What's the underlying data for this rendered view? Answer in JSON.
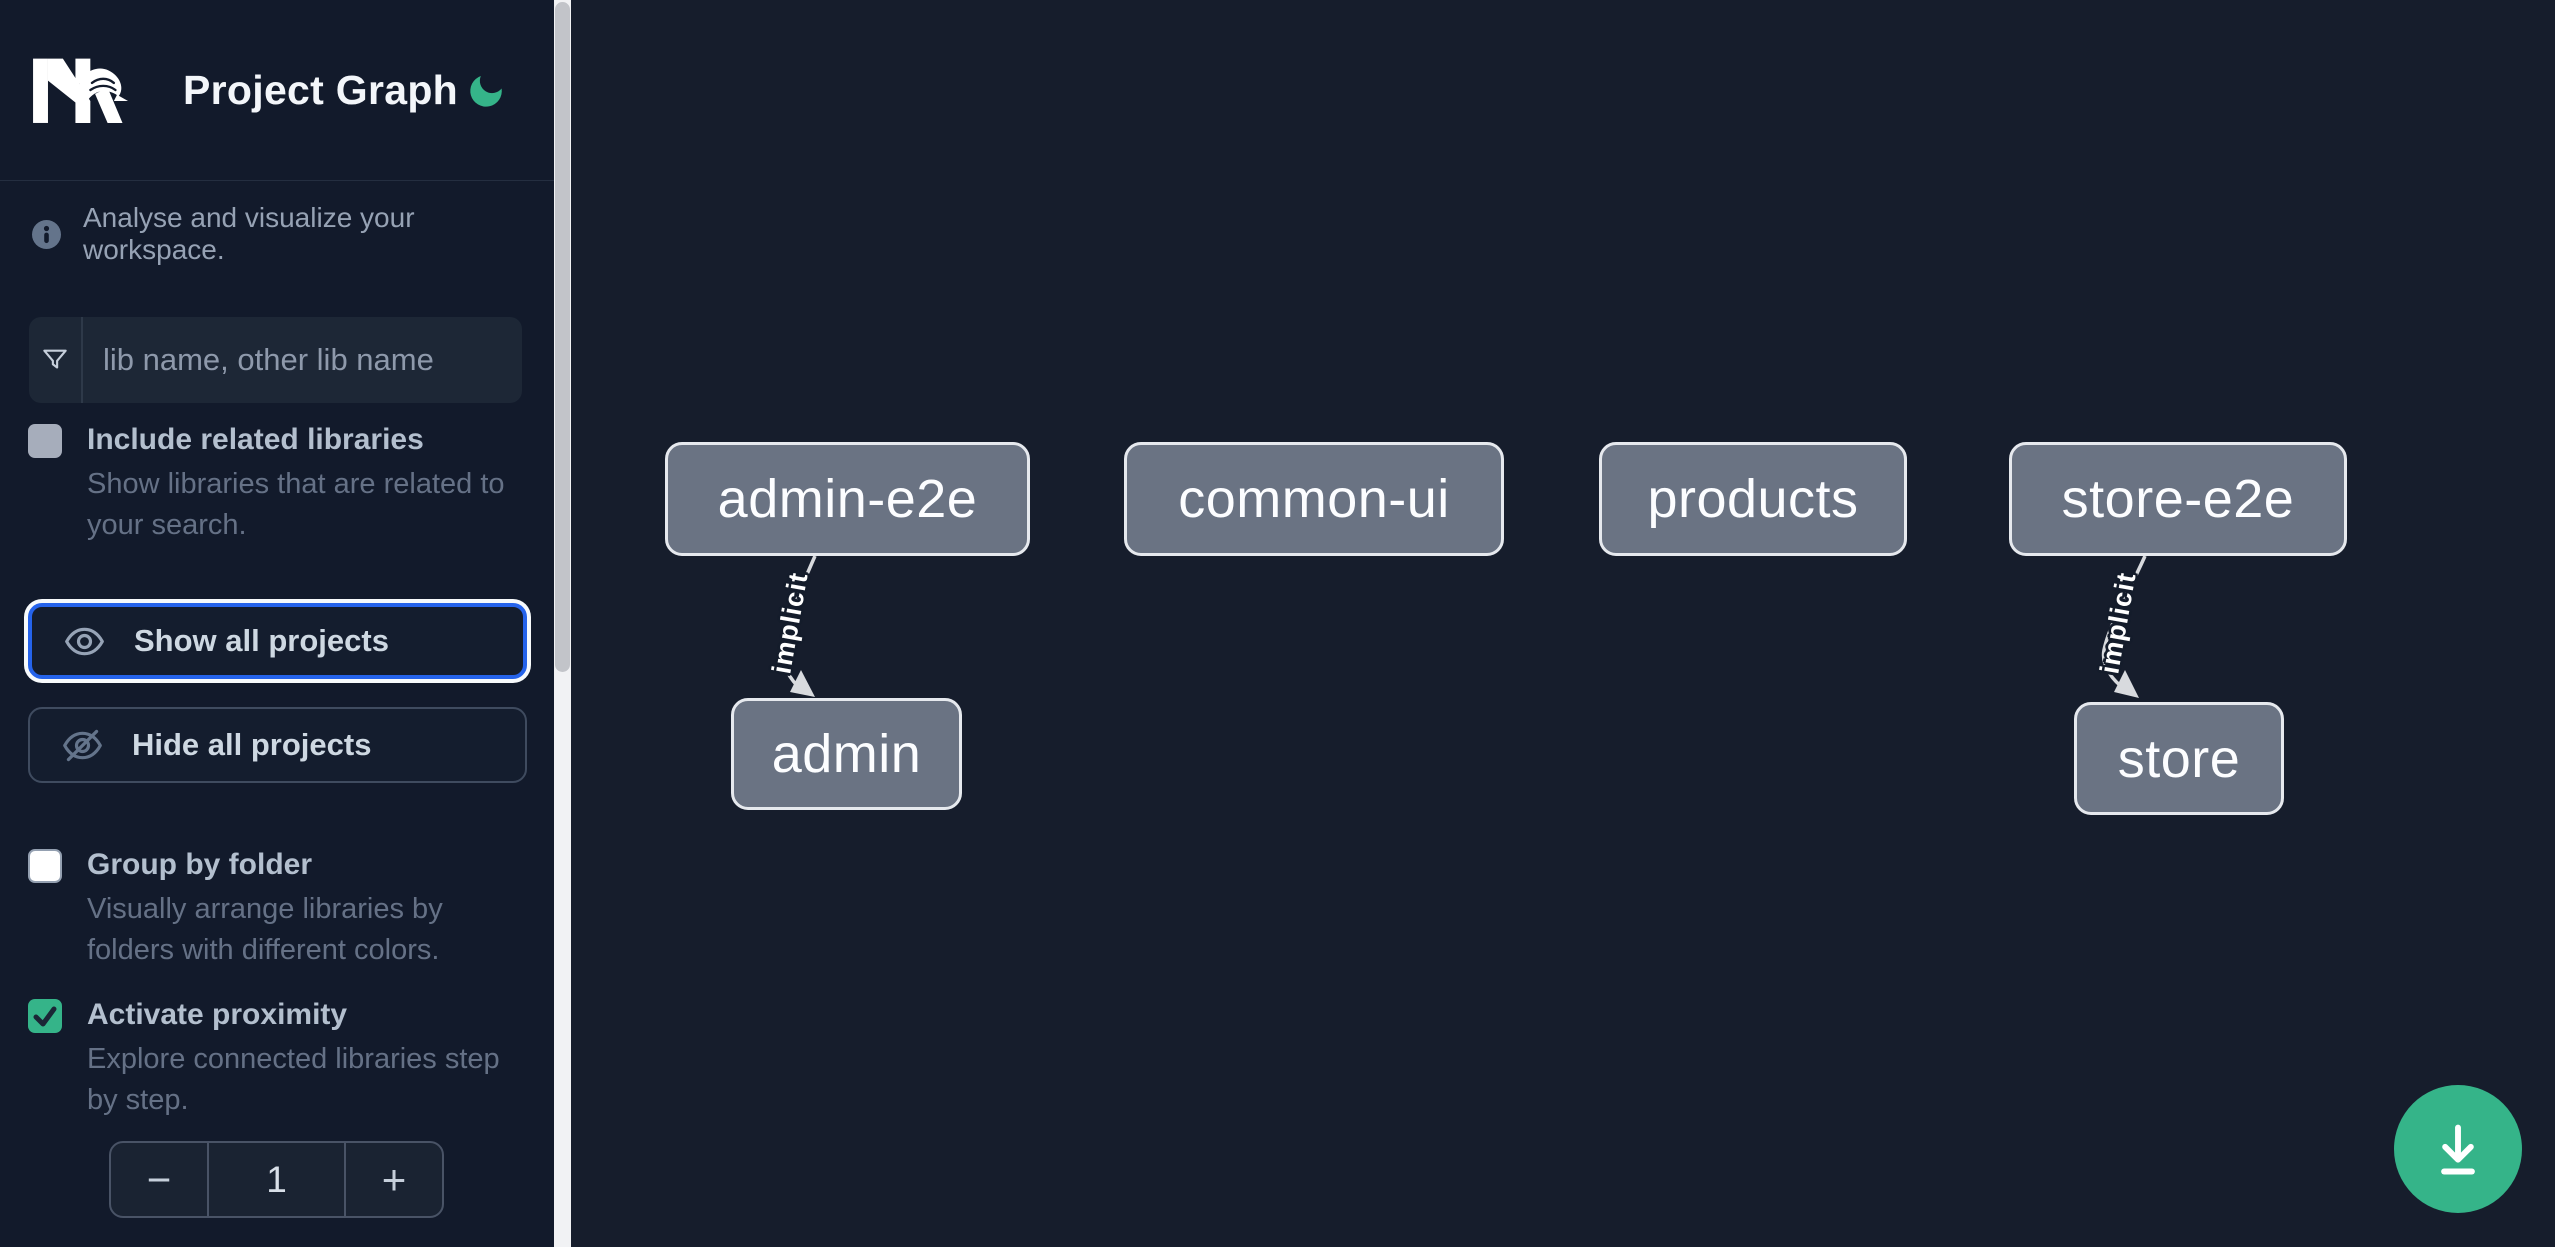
{
  "header": {
    "title": "Project Graph"
  },
  "sidebar": {
    "tagline": "Analyse and visualize your workspace.",
    "filter": {
      "placeholder": "lib name, other lib name"
    },
    "toggles": [
      {
        "label": "Include related libraries",
        "description": "Show libraries that are related to your search.",
        "checked": false,
        "disabled": true
      },
      {
        "label": "Group by folder",
        "description": "Visually arrange libraries by folders with different colors.",
        "checked": false,
        "disabled": false
      },
      {
        "label": "Activate proximity",
        "description": "Explore connected libraries step by step.",
        "checked": true,
        "disabled": false
      }
    ],
    "actions": [
      {
        "label": "Show all projects",
        "icon": "eye-icon",
        "focused": true
      },
      {
        "label": "Hide all projects",
        "icon": "eye-off-icon",
        "focused": false
      }
    ],
    "proximity_stepper": {
      "decrement_label": "−",
      "value": "1",
      "increment_label": "+"
    }
  },
  "graph": {
    "nodes": [
      {
        "id": "admin-e2e",
        "label": "admin-e2e"
      },
      {
        "id": "common-ui",
        "label": "common-ui"
      },
      {
        "id": "products",
        "label": "products"
      },
      {
        "id": "store-e2e",
        "label": "store-e2e"
      },
      {
        "id": "admin",
        "label": "admin"
      },
      {
        "id": "store",
        "label": "store"
      }
    ],
    "edges": [
      {
        "source": "admin-e2e",
        "target": "admin",
        "label": "implicit"
      },
      {
        "source": "store-e2e",
        "target": "store",
        "label": "implicit"
      }
    ]
  },
  "fab": {
    "icon": "download-icon"
  },
  "colors": {
    "sidebar_bg": "#121a2b",
    "canvas_bg": "#161d2c",
    "accent_green": "#35b489",
    "focus_blue": "#2563eb",
    "node_fill": "#6a7383",
    "node_border": "#e6e9ee",
    "edge": "#d8dade"
  }
}
